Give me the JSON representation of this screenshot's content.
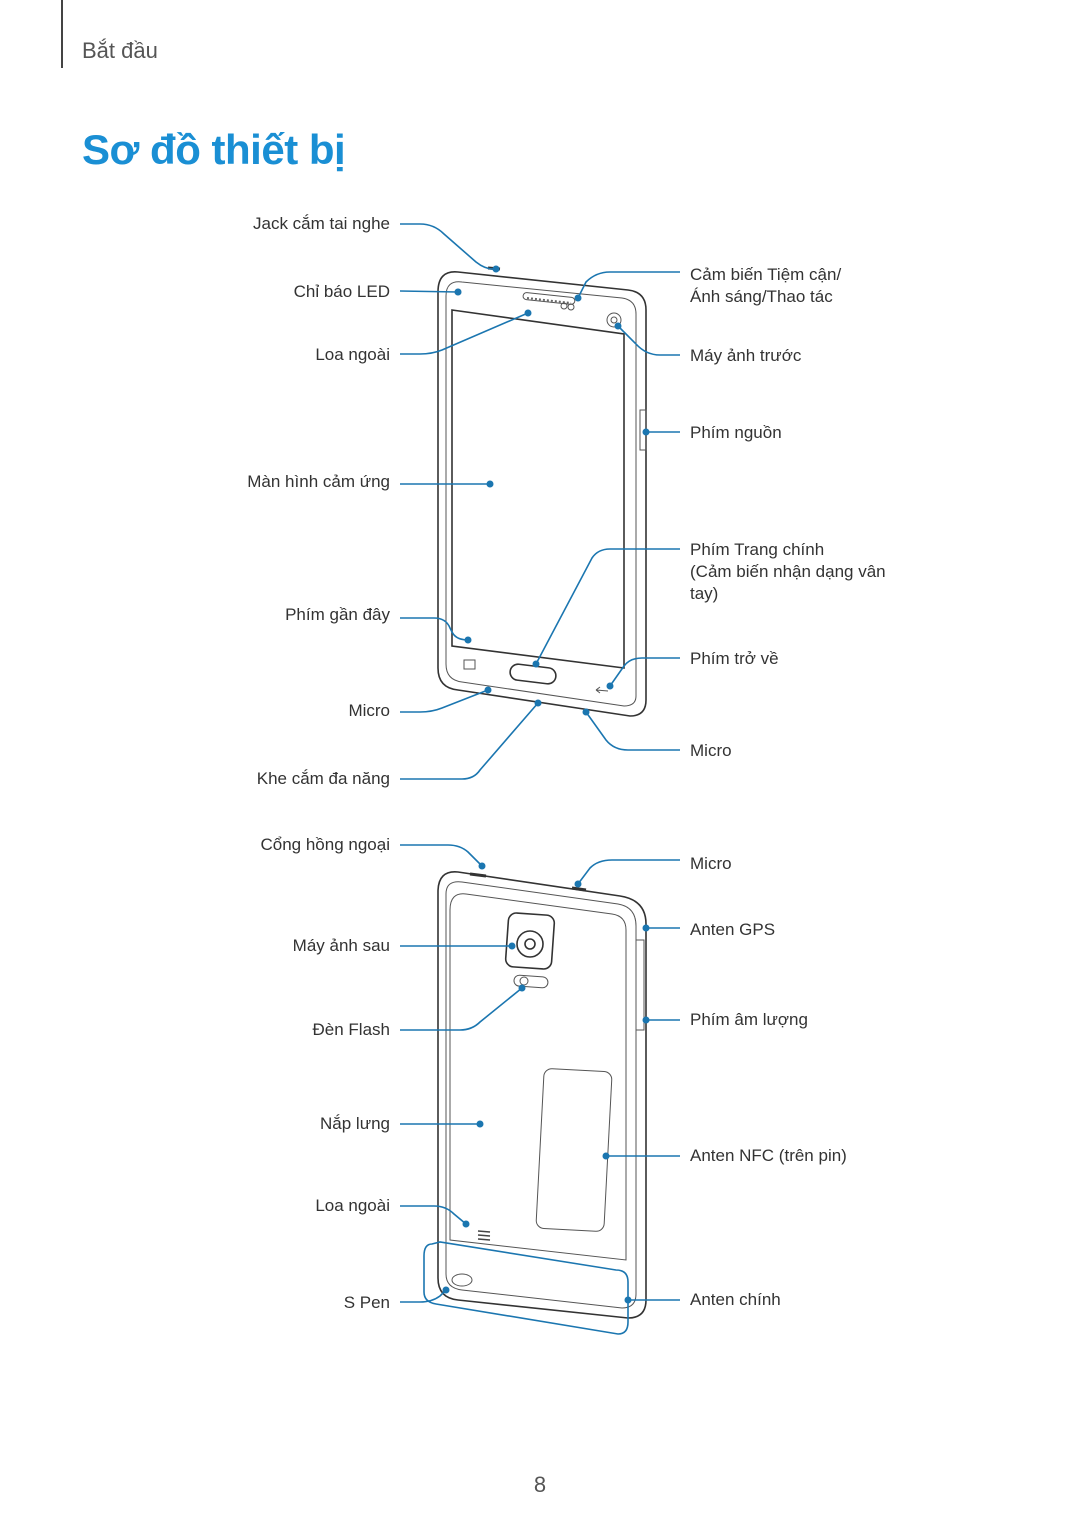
{
  "header": {
    "section": "Bắt đầu"
  },
  "title": "Sơ đồ thiết bị",
  "front": {
    "left_labels": [
      "Jack cắm tai nghe",
      "Chỉ báo LED",
      "Loa ngoài",
      "Màn hình cảm ứng",
      "Phím gần đây",
      "Micro",
      "Khe cắm đa năng"
    ],
    "right_labels": {
      "proximity_line1": "Cảm biến Tiệm cận/",
      "proximity_line2": "Ánh sáng/Thao tác",
      "front_camera": "Máy ảnh trước",
      "power_key": "Phím nguồn",
      "home_line1": "Phím Trang chính",
      "home_line2": "(Cảm biến nhận dạng vân",
      "home_line3": "tay)",
      "back_key": "Phím trở về",
      "micro": "Micro"
    }
  },
  "back": {
    "left_labels": [
      "Cổng hồng ngoại",
      "Máy ảnh sau",
      "Đèn Flash",
      "Nắp lưng",
      "Loa ngoài",
      "S Pen"
    ],
    "right_labels": [
      "Micro",
      "Anten GPS",
      "Phím âm lượng",
      "Anten NFC (trên pin)",
      "Anten chính"
    ]
  },
  "page_number": "8"
}
